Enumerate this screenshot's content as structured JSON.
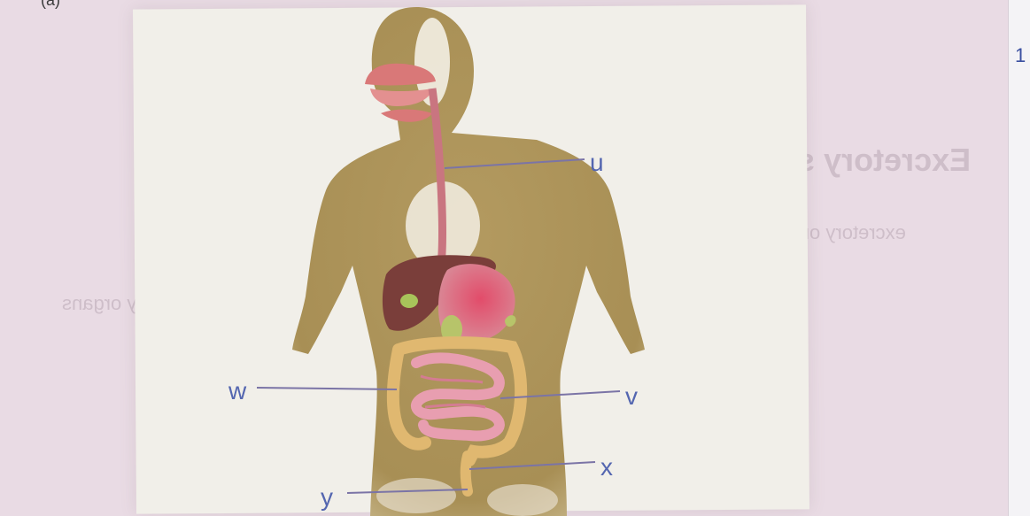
{
  "page": {
    "corner_text": "(a)",
    "right_margin_mark": "1"
  },
  "labels": {
    "u": "u",
    "v": "v",
    "w": "w",
    "x": "x",
    "y": "y"
  },
  "colors": {
    "body_silhouette": "#a98f56",
    "organ_pink": "#d98b98",
    "liver": "#7a3e3a",
    "label_blue": "#5466b0",
    "leader_line": "#7b74a6"
  }
}
